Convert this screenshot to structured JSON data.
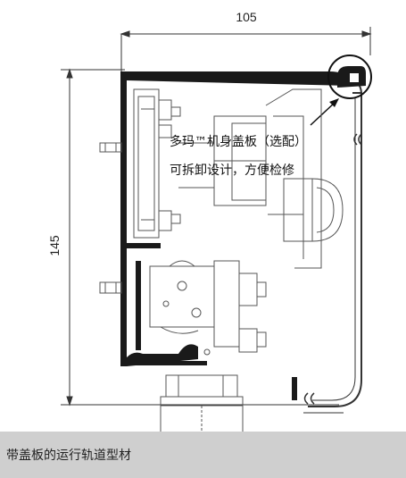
{
  "dimensions": {
    "width_label": "105",
    "height_label": "145"
  },
  "annotation": {
    "line1": "多玛™机身盖板（选配）",
    "line2": "可拆卸设计，方便检修"
  },
  "caption": {
    "text": "带盖板的运行轨道型材"
  },
  "colors": {
    "line": "#333333",
    "profile_fill": "#1a1a1a",
    "caption_bg": "#cfcfcf"
  }
}
